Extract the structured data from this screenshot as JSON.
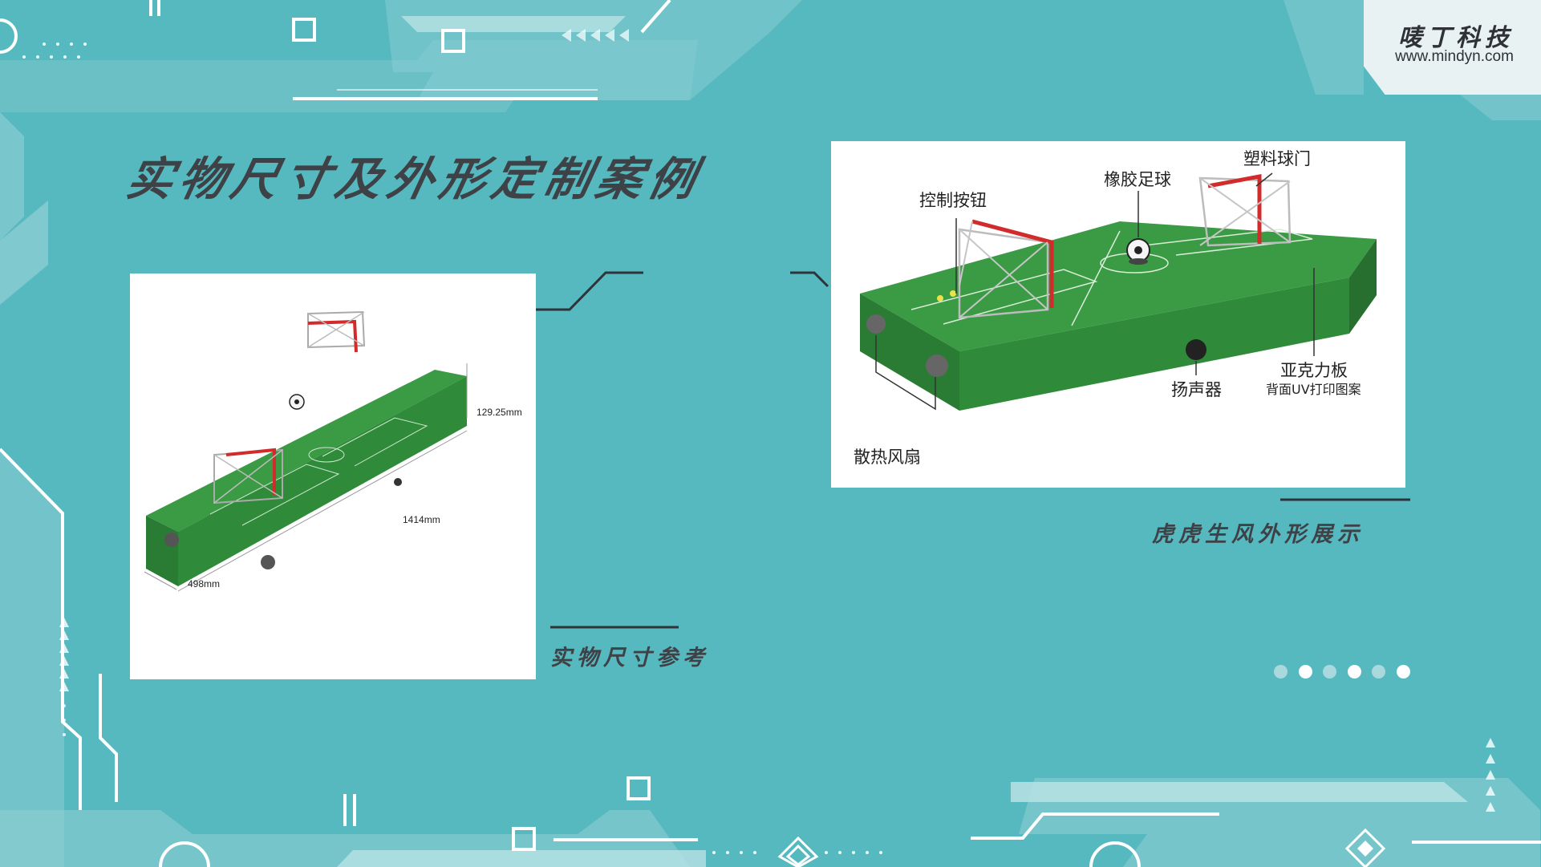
{
  "brand": {
    "name": "唛丁科技",
    "url": "www.mindyn.com"
  },
  "page_title": "实物尺寸及外形定制案例",
  "left_panel": {
    "caption": "实物尺寸参考",
    "dimensions": {
      "height": "129.25mm",
      "length": "1414mm",
      "width": "498mm"
    }
  },
  "right_panel": {
    "caption": "虎虎生风外形展示",
    "callouts": {
      "goal": "塑料球门",
      "ball": "橡胶足球",
      "buttons": "控制按钮",
      "speaker": "扬声器",
      "acrylic": "亚克力板",
      "acrylic_note": "背面UV打印图案",
      "fan": "散热风扇"
    }
  },
  "pagination": {
    "dot_colors": [
      "#a9d9dc",
      "#ffffff",
      "#a9d9dc",
      "#ffffff",
      "#a9d9dc",
      "#ffffff"
    ]
  },
  "colors": {
    "background": "#57b9c0",
    "light_band": "#8ccfd3",
    "pale_band": "#c5e6e8",
    "table_green": "#2f8a3a",
    "goal_red": "#d22b2b"
  }
}
